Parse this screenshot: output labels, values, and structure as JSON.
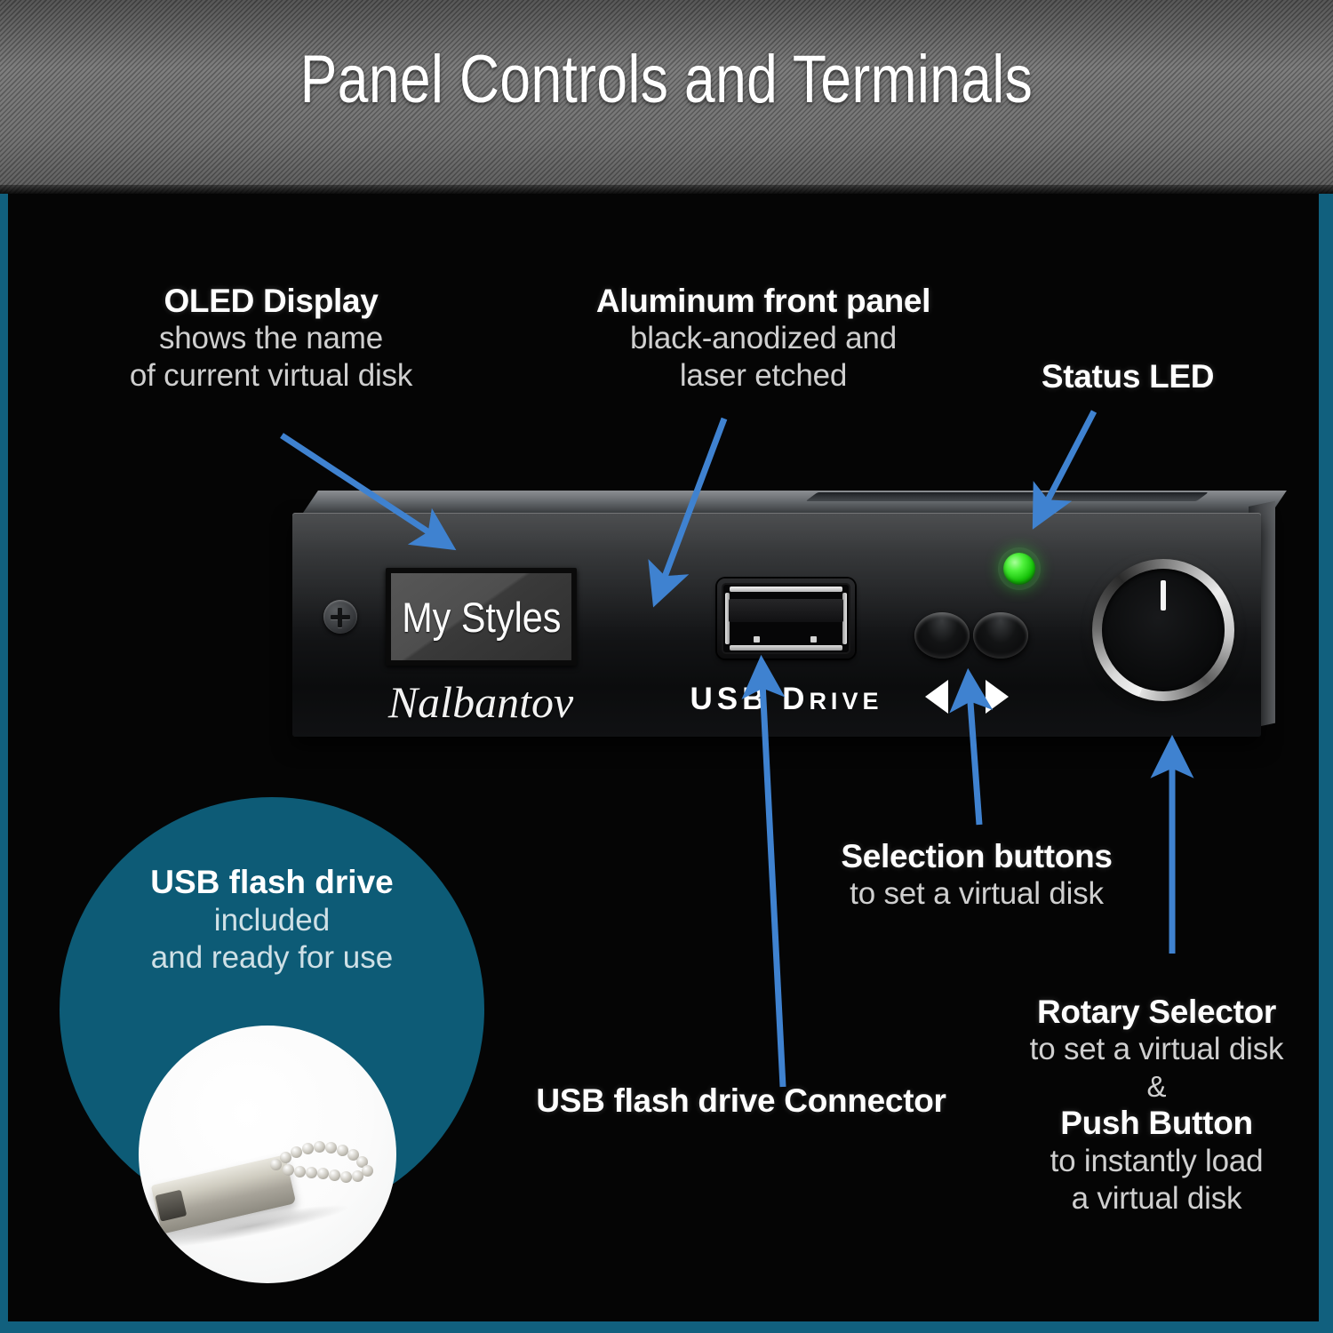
{
  "header": {
    "title": "Panel Controls and Terminals"
  },
  "colors": {
    "accent_teal": "#0d5b76",
    "arrow_blue": "#3f82d0",
    "status_led_green": "#2ecc17",
    "panel_black": "#141517",
    "header_gray": "#6e6e6e"
  },
  "callouts": {
    "oled": {
      "heading": "OLED Display",
      "line1": "shows the name",
      "line2": "of current virtual disk"
    },
    "panel": {
      "heading": "Aluminum front panel",
      "line1": "black-anodized and",
      "line2": "laser etched"
    },
    "led": {
      "heading": "Status LED"
    },
    "selection": {
      "heading": "Selection buttons",
      "line1": "to set a virtual disk"
    },
    "usb_connector": {
      "heading": "USB flash drive Connector"
    },
    "rotary": {
      "heading": "Rotary Selector",
      "line1": "to set a virtual disk",
      "amp": "&",
      "heading2": "Push Button",
      "line2": "to instantly load",
      "line3": "a virtual disk"
    },
    "usb_bubble": {
      "heading": "USB flash drive",
      "line1": "included",
      "line2": "and ready for use"
    }
  },
  "device": {
    "oled_screen_text": "My Styles",
    "brand": "Nalbantov",
    "etched_label_primary": "USB",
    "etched_label_secondary_first": "D",
    "etched_label_secondary_rest": "RIVE",
    "status_led_state": "on",
    "left_button_glyph": "left-triangle",
    "right_button_glyph": "right-triangle",
    "knob_indicator": "top"
  }
}
